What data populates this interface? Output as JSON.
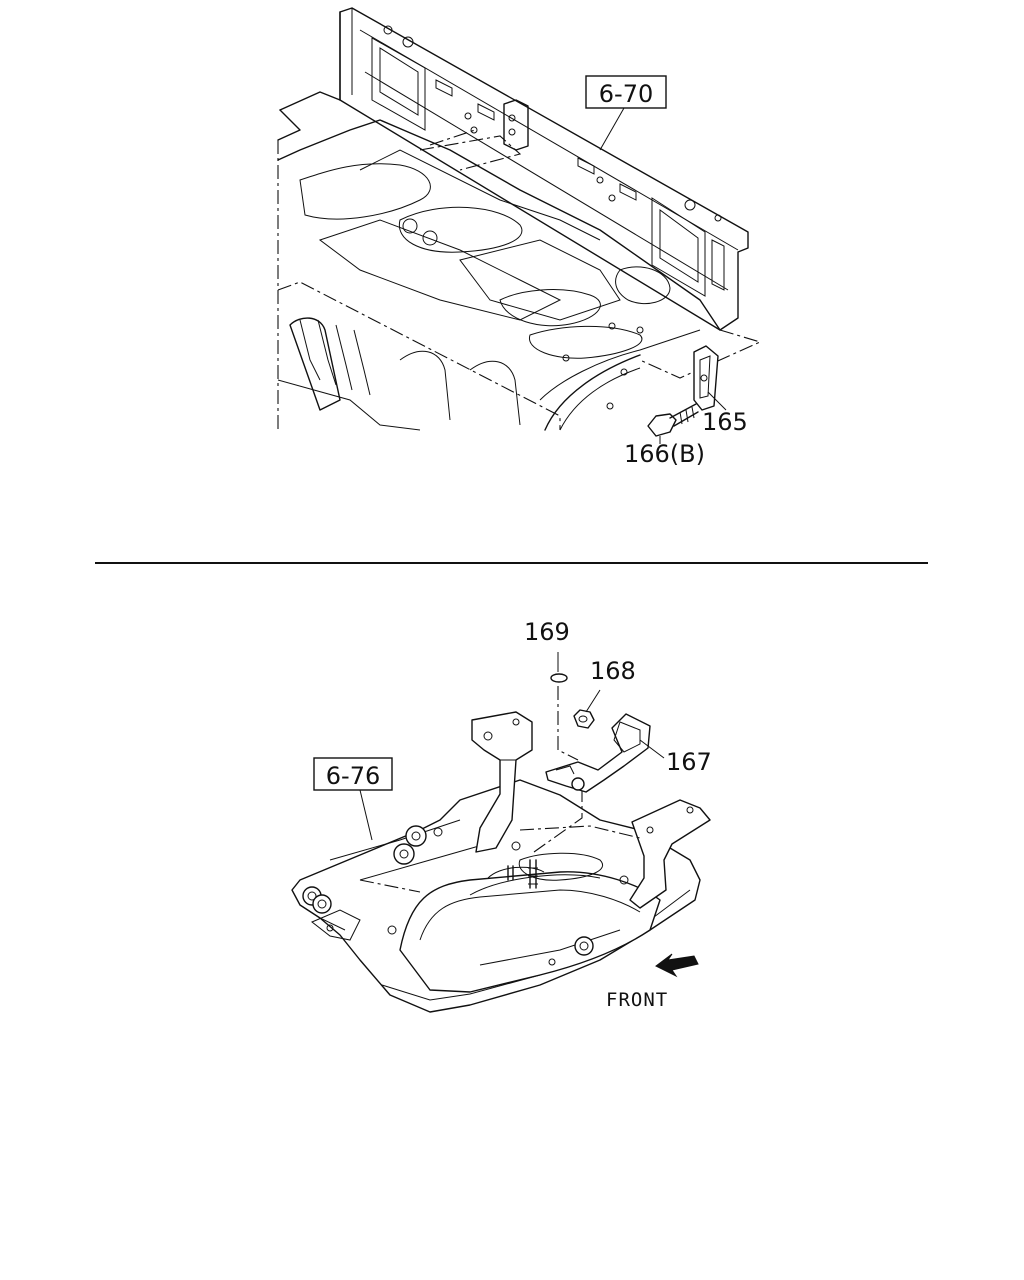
{
  "diagram_top": {
    "ref_label": "6-70",
    "parts": [
      {
        "label": "165"
      },
      {
        "label": "166(B)"
      }
    ]
  },
  "diagram_bottom": {
    "ref_label": "6-76",
    "parts": [
      {
        "label": "169"
      },
      {
        "label": "168"
      },
      {
        "label": "167"
      }
    ],
    "direction_label": "FRONT"
  }
}
